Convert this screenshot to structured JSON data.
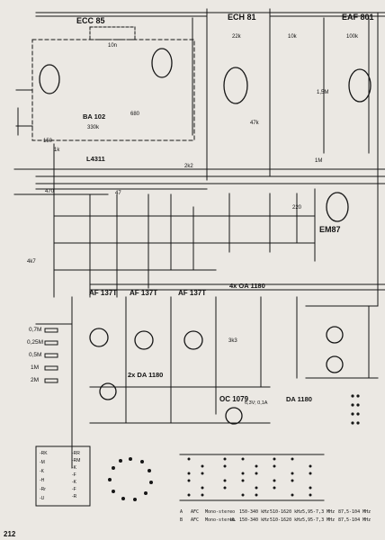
{
  "tubes": {
    "ecc85": "ECC 85",
    "ech81": "ECH 81",
    "eaf801": "EAF 801",
    "em87": "EM87"
  },
  "transistors": {
    "af137_a": "AF 137T",
    "af137_b": "AF 137T",
    "af137_c": "AF 137T",
    "oc1079": "OC 1079"
  },
  "diodes": {
    "ba102": "BA 102",
    "da1180_a": "4x OA 1180",
    "da1180_b": "2x DA 1180",
    "da1180_c": "DA 1180"
  },
  "components": {
    "l4311": "L4311",
    "cap_47": "47",
    "cap_470": "470",
    "res_22k": "22k",
    "res_10k": "10k",
    "res_47k": "47k",
    "res_100k": "100k",
    "cap_10n": "10n",
    "res_680": "680",
    "res_1k": "1k",
    "res_330k": "330k",
    "res_2k2": "2k2",
    "res_150": "150",
    "res_4k7": "4k7",
    "res_1m": "1M",
    "res_220": "220",
    "res_3k3": "3k3",
    "res_1m5": "1,5M"
  },
  "range_labels": [
    "0,7M",
    "0,25M",
    "0,5M",
    "1M",
    "2M"
  ],
  "range_switch_labels_left": [
    "-RK",
    "-M",
    "-K",
    "-H",
    "-Rr",
    "-U"
  ],
  "range_switch_labels_right": [
    "-RR",
    "-RM",
    "-K",
    "-F",
    "-K",
    "-F",
    "-R"
  ],
  "pilot_lamp_label": "6,3V; 0,1A",
  "legend": {
    "row_a": [
      "A",
      "AFC",
      "Mono-stereo",
      "150-340 kHz",
      "510-1620 kHz",
      "5,95-7,3 MHz",
      "87,5-104 MHz"
    ],
    "row_b": [
      "B",
      "AFC",
      "Mono-stereo",
      "UL",
      "150-340 kHz",
      "510-1620 kHz",
      "5,95-7,3 MHz",
      "87,5-104 MHz"
    ]
  },
  "page_number": "212"
}
